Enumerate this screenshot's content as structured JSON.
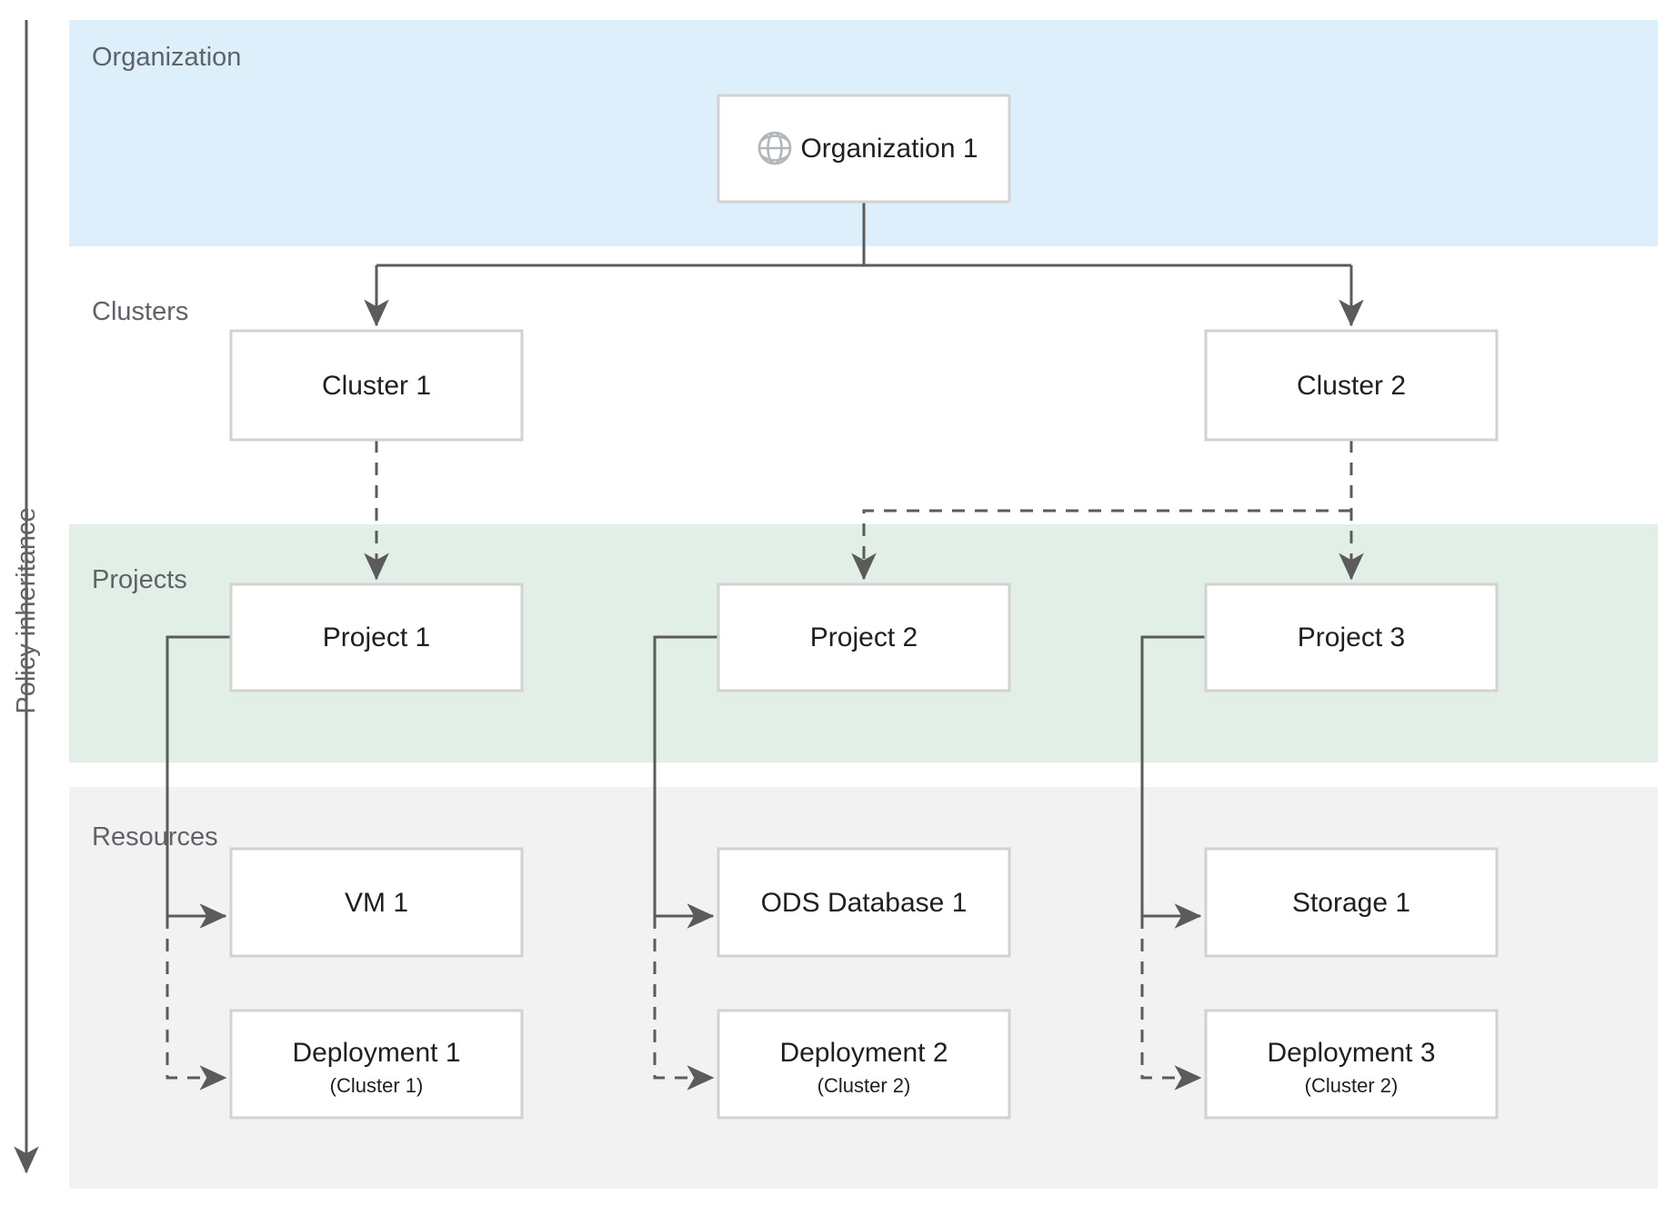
{
  "axis": {
    "label": "Policy inheritance",
    "icon": "down-arrow-icon"
  },
  "bands": [
    {
      "id": "organization",
      "label": "Organization",
      "color": "#ddeffb"
    },
    {
      "id": "clusters",
      "label": "Clusters",
      "color": "#ffffff"
    },
    {
      "id": "projects",
      "label": "Projects",
      "color": "#e1efe7"
    },
    {
      "id": "resources",
      "label": "Resources",
      "color": "#f2f2f2"
    }
  ],
  "nodes": {
    "organization": {
      "label": "Organization 1",
      "icon": "globe-icon"
    },
    "clusters": [
      {
        "label": "Cluster 1"
      },
      {
        "label": "Cluster 2"
      }
    ],
    "projects": [
      {
        "label": "Project 1"
      },
      {
        "label": "Project 2"
      },
      {
        "label": "Project 3"
      }
    ],
    "resources": [
      {
        "label": "VM 1",
        "sublabel": ""
      },
      {
        "label": "ODS Database 1",
        "sublabel": ""
      },
      {
        "label": "Storage 1",
        "sublabel": ""
      },
      {
        "label": "Deployment 1",
        "sublabel": "(Cluster 1)"
      },
      {
        "label": "Deployment 2",
        "sublabel": "(Cluster 2)"
      },
      {
        "label": "Deployment 3",
        "sublabel": "(Cluster 2)"
      }
    ]
  },
  "colors": {
    "organization_band": "#ddeffb",
    "projects_band": "#e1efe7",
    "resources_band": "#f2f2f2",
    "box_border": "#d2d2d2",
    "edge": "#5b5b5b",
    "band_label_text": "#5f6368",
    "node_text": "#1f1f1f",
    "icon": "#b0b6ba"
  }
}
